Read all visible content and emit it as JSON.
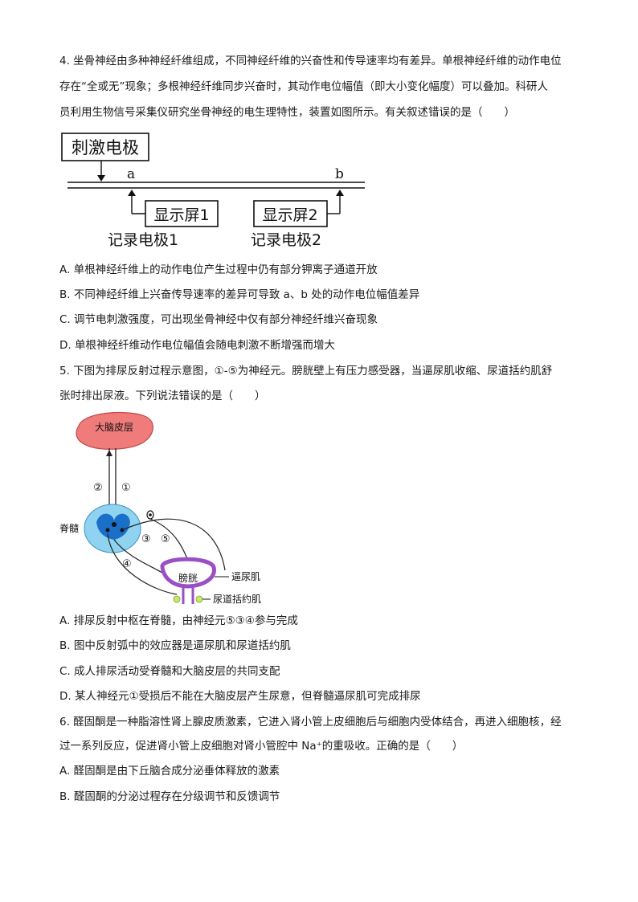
{
  "q4": {
    "stem_lines": [
      "4. 坐骨神经由多种神经纤维组成，不同神经纤维的兴奋性和传导速率均有差异。单根神经纤维的动作电位",
      "存在“全或无”现象；多根神经纤维同步兴奋时，其动作电位幅值（即大小变化幅度）可以叠加。科研人",
      "员利用生物信号采集仪研究坐骨神经的电生理特性，装置如图所示。有关叙述错误的是（　　）"
    ],
    "figure": {
      "stim_label": "刺激电极",
      "point_a": "a",
      "point_b": "b",
      "screen1": "显示屏1",
      "screen2": "显示屏2",
      "rec1": "记录电极1",
      "rec2": "记录电极2"
    },
    "options": [
      "A.  单根神经纤维上的动作电位产生过程中仍有部分钾离子通道开放",
      "B.  不同神经纤维上兴奋传导速率的差异可导致 a、b 处的动作电位幅值差异",
      "C.  调节电刺激强度，可出现坐骨神经中仅有部分神经纤维兴奋现象",
      "D.  单根神经纤维动作电位幅值会随电刺激不断增强而增大"
    ]
  },
  "q5": {
    "stem_lines": [
      "5. 下图为排尿反射过程示意图，①-⑤为神经元。膀胱壁上有压力感受器，当逼尿肌收缩、尿道括约肌舒",
      "张时排出尿液。下列说法错误的是（　　）"
    ],
    "figure": {
      "cortex": "大脑皮层",
      "spinal": "脊髓",
      "n1": "①",
      "n2": "②",
      "n3": "③",
      "n4": "④",
      "n5": "⑤",
      "bladder": "膀胱",
      "detrusor": "逼尿肌",
      "sphincter": "尿道括约肌"
    },
    "options": [
      "A.  排尿反射中枢在脊髓，由神经元⑤③④参与完成",
      "B.  图中反射弧中的效应器是逼尿肌和尿道括约肌",
      "C.  成人排尿活动受脊髓和大脑皮层的共同支配",
      "D.  某人神经元①受损后不能在大脑皮层产生尿意，但脊髓逼尿肌可完成排尿"
    ]
  },
  "q6": {
    "stem_lines": [
      "6. 醛固酮是一种脂溶性肾上腺皮质激素，它进入肾小管上皮细胞后与细胞内受体结合，再进入细胞核，经",
      "过一系列反应，促进肾小管上皮细胞对肾小管腔中 Na⁺的重吸收。正确的是（　　）"
    ],
    "options": [
      "A.  醛固酮是由下丘脑合成分泌垂体释放的激素",
      "B.  醛固酮的分泌过程存在分级调节和反馈调节"
    ]
  }
}
